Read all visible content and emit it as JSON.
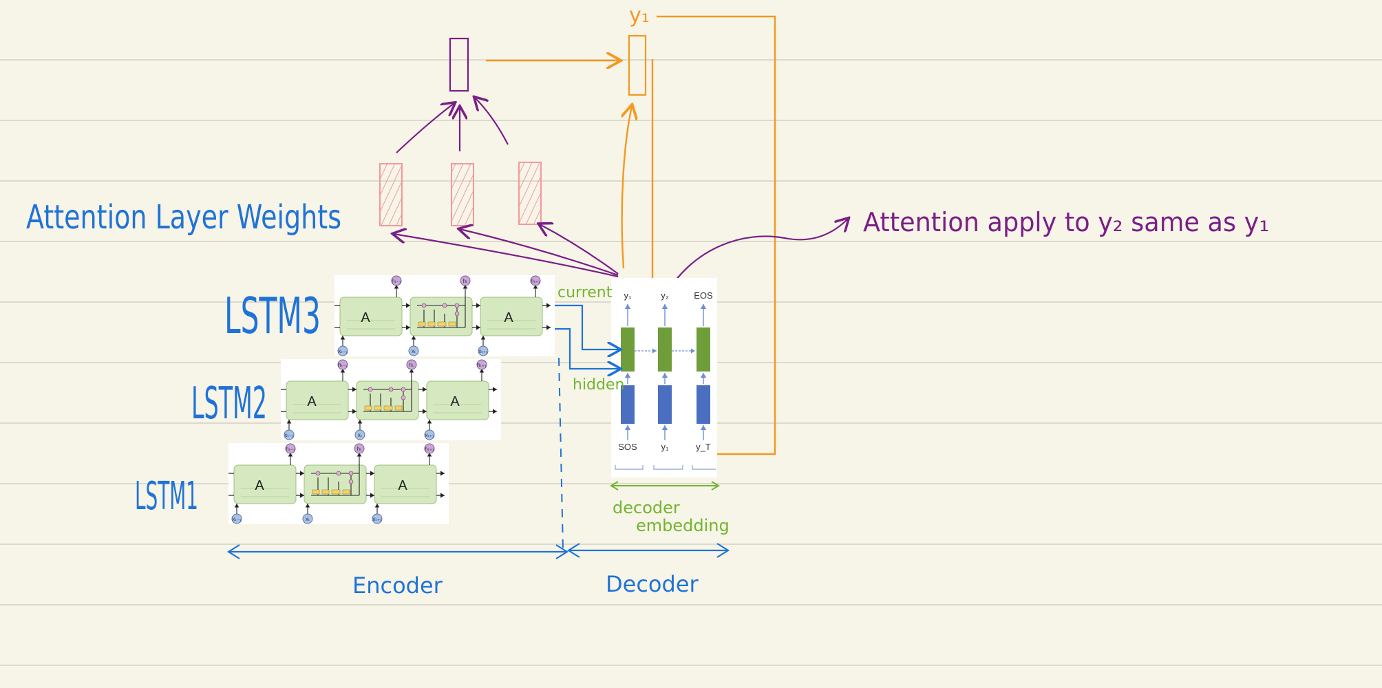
{
  "labels": {
    "attention_weights": "Attention Layer Weights",
    "attention_apply": "Attention apply to y₂ same as y₁",
    "y1_top": "y₁",
    "lstm3": "LSTM3",
    "lstm2": "LSTM2",
    "lstm1": "LSTM1",
    "current": "current",
    "hidden": "hidden",
    "decoder_embedding_1": "decoder",
    "decoder_embedding_2": "embedding",
    "encoder": "Encoder",
    "decoder": "Decoder"
  },
  "lstm_cell_letter": "A",
  "lstm_nodes": {
    "h_left": "hₜ₋₁",
    "h_mid": "hₜ",
    "h_right": "hₜ₊₁",
    "x_left": "xₜ₋₁",
    "x_mid": "xₜ",
    "x_right": "xₜ₊₁"
  },
  "decoder_figure": {
    "outputs": [
      "y₁",
      "y₂",
      "EOS"
    ],
    "inputs": [
      "SOS",
      "y₁",
      "y_T"
    ]
  },
  "colors": {
    "blue_ink": "#1f73d6",
    "purple_ink": "#7a1f86",
    "orange_ink": "#f19a21",
    "green_ink": "#72b52e",
    "pink_box": "#f29a9a",
    "lstm_green": "#d5e8c0",
    "decoder_green": "#6f9d3a",
    "decoder_blue": "#4a6fc0",
    "paper": "#f7f4e8"
  }
}
